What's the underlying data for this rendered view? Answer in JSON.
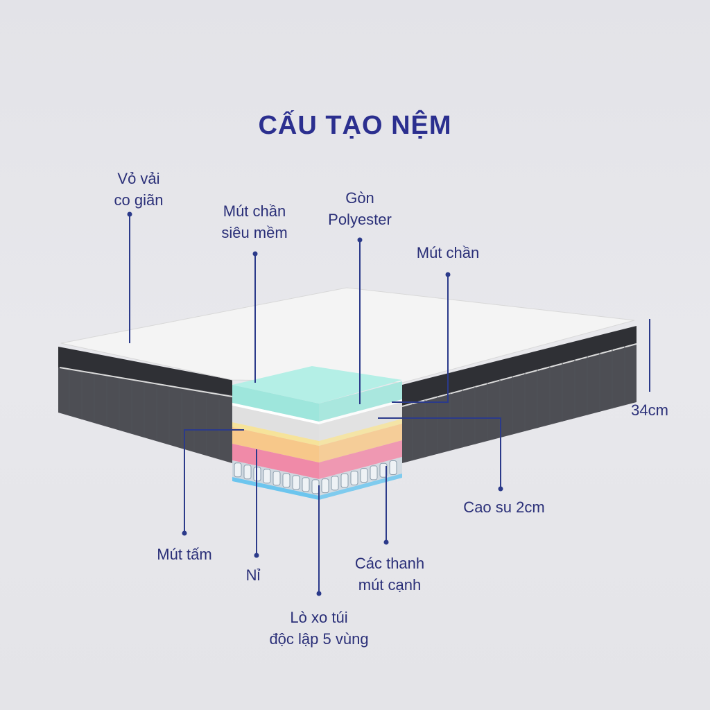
{
  "title": "CẤU TẠO NỆM",
  "labels": {
    "vo_vai": [
      "Vỏ vải",
      "co giãn"
    ],
    "mut_chan_sieu_mem": [
      "Mút chần",
      "siêu mềm"
    ],
    "gon": [
      "Gòn",
      "Polyester"
    ],
    "mut_chan": "Mút chần",
    "height": "34cm",
    "cao_su": "Cao su 2cm",
    "thanh_mut": [
      "Các thanh",
      "mút cạnh"
    ],
    "lo_xo": [
      "Lò xo túi",
      "độc lập 5 vùng"
    ],
    "ni": "Nỉ",
    "mut_tam": "Mút tấm"
  },
  "colors": {
    "title": "#2b2f8f",
    "leader": "#2b3a8a",
    "foam_teal": "#9ee6dc",
    "foam_gray": "#e0e0e0",
    "latex_yellow": "#f6e39a",
    "foam_orange": "#f7c88a",
    "felt_pink": "#f08aa8",
    "base_blue": "#6cc5ee",
    "mattress_side": "#4a4b50"
  }
}
